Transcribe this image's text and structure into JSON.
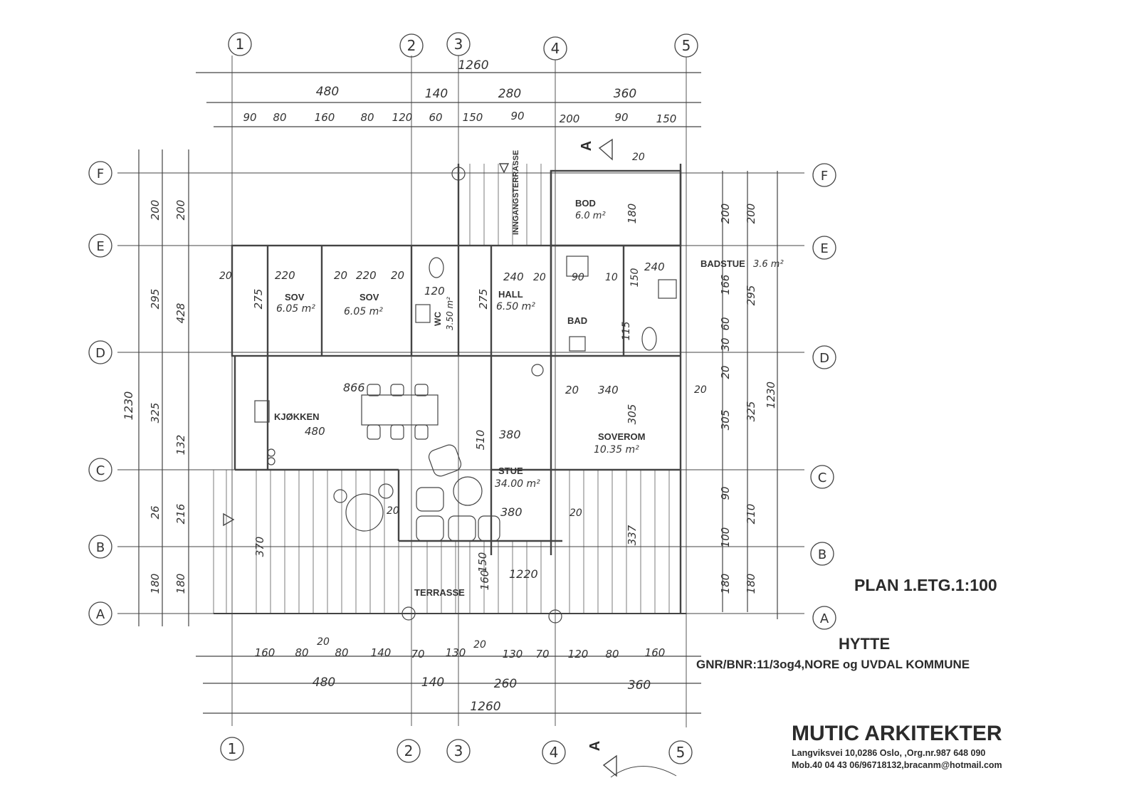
{
  "grid": {
    "columns": [
      "1",
      "2",
      "3",
      "4",
      "5"
    ],
    "rows": [
      "F",
      "E",
      "D",
      "C",
      "B",
      "A"
    ]
  },
  "dims": {
    "top_total": "1260",
    "top_mid": [
      "480",
      "140",
      "280",
      "360"
    ],
    "top_detail": [
      "90",
      "80",
      "160",
      "80",
      "120",
      "60",
      "150",
      "90",
      "200",
      "90",
      "150"
    ],
    "bottom_total": "1260",
    "bottom_mid": [
      "480",
      "140",
      "260",
      "360"
    ],
    "bottom_detail": [
      "160",
      "80",
      "20",
      "80",
      "140",
      "70",
      "130",
      "20",
      "130",
      "70",
      "120",
      "80",
      "160"
    ],
    "left_total": "1230",
    "left_outer": [
      "200",
      "295",
      "325",
      "26",
      "180"
    ],
    "left_inner": [
      "200",
      "428",
      "132",
      "216",
      "370",
      "180"
    ],
    "right_total": "1230",
    "right_outer": [
      "200",
      "295",
      "325",
      "180"
    ],
    "right_inner": [
      "200",
      "166",
      "60",
      "30",
      "20",
      "305",
      "90",
      "210",
      "100",
      "180"
    ],
    "interior": [
      "20",
      "220",
      "20",
      "220",
      "20",
      "275",
      "120",
      "275",
      "240",
      "20",
      "240",
      "90",
      "10",
      "150",
      "115",
      "20",
      "340",
      "20",
      "305",
      "866",
      "510",
      "380",
      "380",
      "20",
      "150",
      "160",
      "1220",
      "337",
      "20",
      "180",
      "20"
    ]
  },
  "rooms": {
    "bod": {
      "name": "BOD",
      "area": "6.0 m²"
    },
    "badstue": {
      "name": "BADSTUE",
      "area": "3.6 m²"
    },
    "hall": {
      "name": "HALL",
      "area": "6.50 m²"
    },
    "sov1": {
      "name": "SOV",
      "area": "6.05 m²"
    },
    "sov2": {
      "name": "SOV",
      "area": "6.05 m²"
    },
    "wc": {
      "name": "WC",
      "area": "3.50 m²"
    },
    "bad": {
      "name": "BAD"
    },
    "kjokken": {
      "name": "KJØKKEN",
      "area": "480"
    },
    "stue": {
      "name": "STUE",
      "area": "34.00 m²"
    },
    "soverom": {
      "name": "SOVEROM",
      "area": "10.35 m²"
    },
    "terrasse": {
      "name": "TERRASSE"
    },
    "inngang": {
      "name": "INNGANGSTERRASSE"
    }
  },
  "section_marker": "A",
  "title_block": {
    "plan": "PLAN 1.ETG.1:100",
    "project": "HYTTE",
    "property": "GNR/BNR:11/3og4,NORE og UVDAL KOMMUNE",
    "firm": "MUTIC ARKITEKTER",
    "address": "Langviksvei 10,0286 Oslo,     ,Org.nr.987 648 090",
    "contact": "Mob.40 04 43 06/96718132,bracanm@hotmail.com"
  }
}
